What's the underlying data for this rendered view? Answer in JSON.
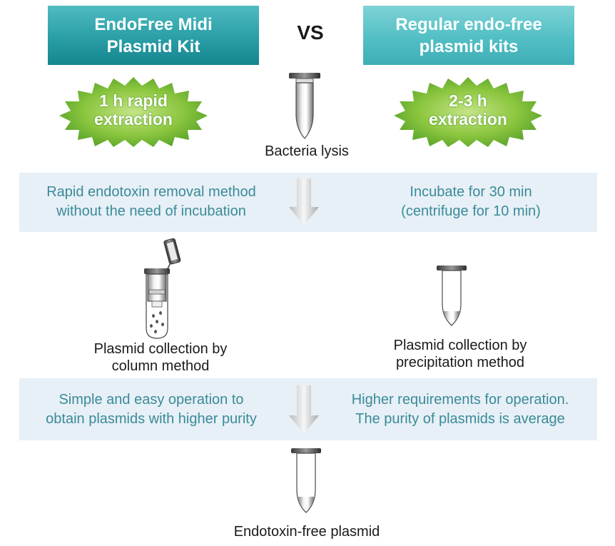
{
  "headers": {
    "left": [
      "EndoFree Midi",
      "Plasmid Kit"
    ],
    "right": [
      "Regular endo-free",
      "plasmid kits"
    ],
    "vs": "VS"
  },
  "bursts": {
    "left": [
      "1 h rapid",
      "extraction"
    ],
    "right": [
      "2-3 h",
      "extraction"
    ]
  },
  "steps": {
    "lysis": "Bacteria lysis",
    "left_collection": [
      "Plasmid collection by",
      "column method"
    ],
    "right_collection": [
      "Plasmid collection by",
      "precipitation method"
    ],
    "final": "Endotoxin-free plasmid"
  },
  "band1": {
    "left": [
      "Rapid endotoxin removal method",
      "without the need of incubation"
    ],
    "right": [
      "Incubate for 30 min",
      "(centrifuge for 10 min)"
    ]
  },
  "band2": {
    "left": [
      "Simple and easy operation to",
      "obtain plasmids with higher purity"
    ],
    "right": [
      "Higher requirements for operation.",
      "The purity of plasmids is average"
    ]
  },
  "colors": {
    "header_dark": "#1a8e98",
    "header_light": "#5cc4c9",
    "burst_green": "#8cc63f",
    "band_bg": "#e7f0f6",
    "band_text": "#3a8a9a"
  }
}
